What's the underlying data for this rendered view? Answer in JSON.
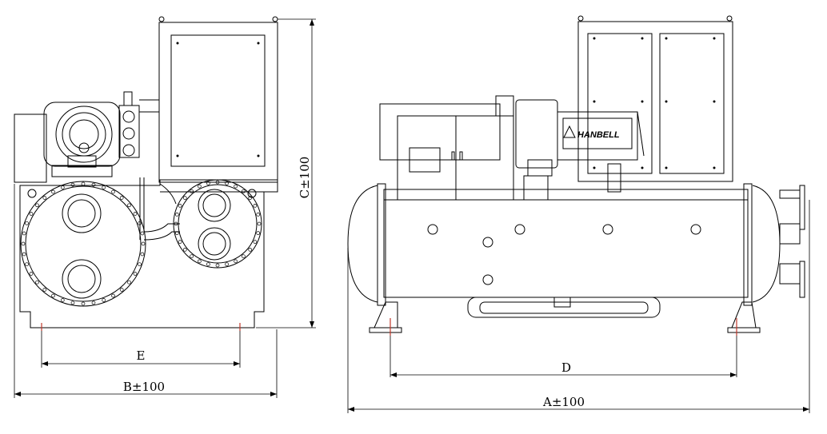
{
  "dimensions": {
    "left_view": {
      "width_label": "B±100",
      "inner_label": "E",
      "height_label": "C±100"
    },
    "right_view": {
      "width_label": "A±100",
      "inner_label": "D"
    }
  },
  "unit_brand": "HANBELL"
}
